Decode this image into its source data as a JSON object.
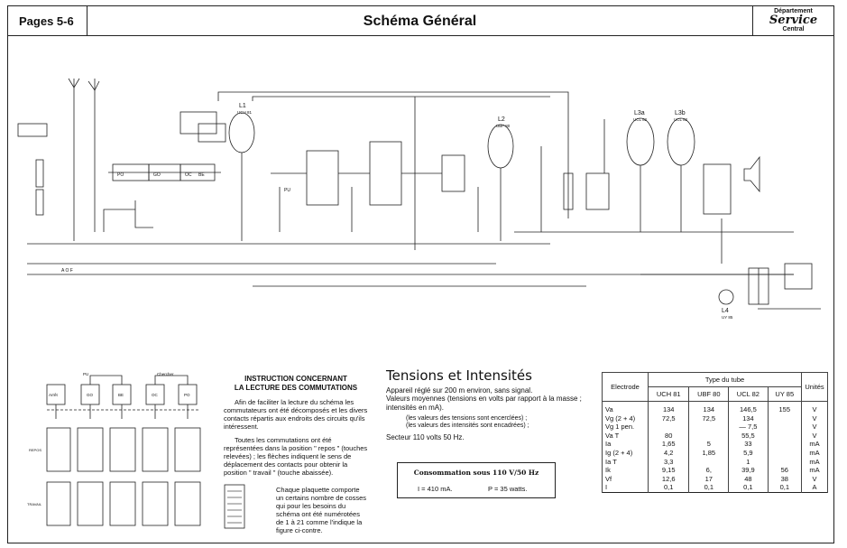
{
  "header": {
    "pages": "Pages 5-6",
    "title": "Schéma Général",
    "dept_line1": "Département",
    "dept_brand": "Service",
    "dept_line3": "Central"
  },
  "schematic": {
    "tube_labels": [
      "L1",
      "L2",
      "L3a",
      "L3b",
      "L4"
    ],
    "tube_types": [
      "UCH 81",
      "UBF 80",
      "UCL 82",
      "UCL 82",
      "UY 85"
    ],
    "switch_labels": [
      "PO",
      "GO",
      "OC",
      "BE",
      "PU"
    ],
    "aof_label": "A O F"
  },
  "switch_panel": {
    "top_labels": [
      "PU",
      "Chercher"
    ],
    "keys": [
      "Arrêt",
      "GO",
      "BE",
      "OC",
      "PO"
    ],
    "rows": [
      "REPOS",
      "TRAVAIL"
    ]
  },
  "instructions": {
    "title_line1": "INSTRUCTION CONCERNANT",
    "title_line2": "LA LECTURE DES COMMUTATIONS",
    "p1": "Afin de faciliter la lecture du schéma les commutateurs ont été décomposés et les divers contacts répartis aux endroits des circuits qu'ils intéressent.",
    "p2": "Toutes les commutations ont été représentées dans la position \" repos \" (touches relevées) ; les flèches indiquent le sens de déplacement des contacts pour obtenir la position \" travail \" (touche abaissée).",
    "p3": "Chaque plaquette comporte un certains nombre de cosses qui pour les besoins du schéma ont été numérotées de 1 à 21 comme l'indique la figure ci-contre."
  },
  "tensions": {
    "title": "Tensions et Intensités",
    "line1": "Appareil réglé sur 200 m environ, sans signal.",
    "line2": "Valeurs moyennes (tensions en volts par rapport à la masse ; intensités en mA).",
    "note1": "(les valeurs des tensions sont encerclées) ;",
    "note2": "(les valeurs des intensités sont encadrées) ;",
    "secteur": "Secteur 110 volts 50 Hz.",
    "conso_title": "Consommation sous 110 V/50 Hz",
    "conso_i": "I = 410 mA.",
    "conso_p": "P = 35 watts."
  },
  "table": {
    "h_electrode": "Electrode",
    "h_type": "Type du tube",
    "h_unites": "Unités",
    "tubes": [
      "UCH 81",
      "UBF 80",
      "UCL 82",
      "UY 85"
    ],
    "rows": [
      {
        "el": "Va",
        "v": [
          "134",
          "134",
          "146,5",
          "155"
        ],
        "u": "V"
      },
      {
        "el": "Vg (2 + 4)",
        "v": [
          "72,5",
          "72,5",
          "134",
          ""
        ],
        "u": "V"
      },
      {
        "el": "Vg 1  pen.",
        "v": [
          "",
          "",
          "— 7,5",
          ""
        ],
        "u": "V"
      },
      {
        "el": "Va T",
        "v": [
          "80",
          "",
          "55,5",
          ""
        ],
        "u": "V"
      },
      {
        "el": "Ia",
        "v": [
          "1,65",
          "5",
          "33",
          ""
        ],
        "u": "mA"
      },
      {
        "el": "Ig (2 + 4)",
        "v": [
          "4,2",
          "1,85",
          "5,9",
          ""
        ],
        "u": "mA"
      },
      {
        "el": "Ia T",
        "v": [
          "3,3",
          "",
          "1",
          ""
        ],
        "u": "mA"
      },
      {
        "el": "Ik",
        "v": [
          "9,15",
          "6,",
          "39,9",
          "56"
        ],
        "u": "mA"
      },
      {
        "el": "Vf",
        "v": [
          "12,6",
          "17",
          "48",
          "38"
        ],
        "u": "V"
      },
      {
        "el": "I",
        "v": [
          "0,1",
          "0,1",
          "0,1",
          "0,1"
        ],
        "u": "A"
      }
    ]
  }
}
